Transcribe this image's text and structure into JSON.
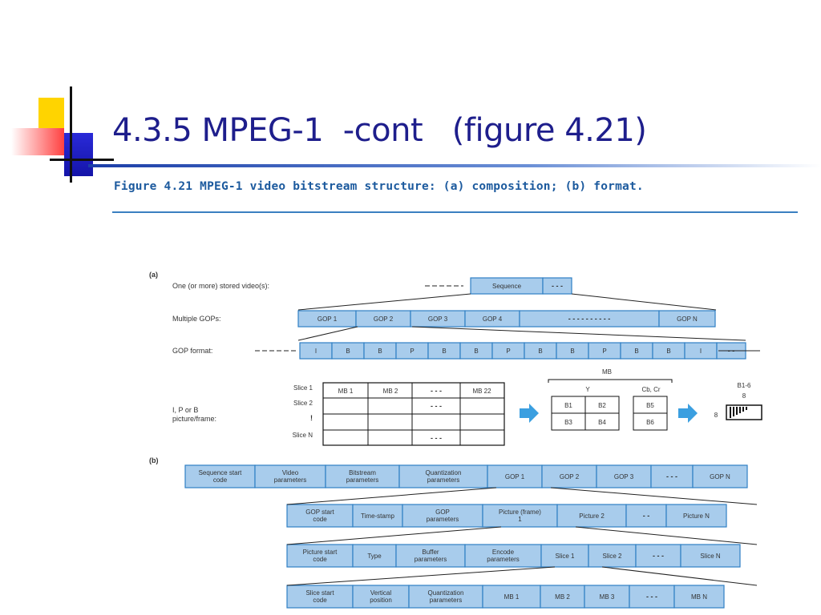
{
  "slide": {
    "title": "4.3.5 MPEG-1  -cont   (figure 4.21)",
    "caption": "Figure 4.21  MPEG-1 video bitstream structure: (a) composition; (b) format."
  },
  "colors": {
    "title": "#1e1e8c",
    "caption": "#1c5a9e",
    "cell_fill": "#a8ccec",
    "cell_stroke": "#2f7fc4",
    "arrow": "#3b9fe0"
  },
  "part_a": {
    "label": "(a)",
    "rows": [
      {
        "label": "One (or more) stored video(s):",
        "cells": [
          "- - -",
          "Sequence",
          "- - -"
        ]
      },
      {
        "label": "Multiple GOPs:",
        "cells": [
          "GOP 1",
          "GOP 2",
          "GOP 3",
          "GOP 4",
          "- - - - - - - - - -",
          "GOP N"
        ]
      },
      {
        "label": "GOP format:",
        "cells": [
          "- - -",
          "I",
          "B",
          "B",
          "P",
          "B",
          "B",
          "P",
          "B",
          "B",
          "P",
          "B",
          "B",
          "I",
          "- -"
        ]
      }
    ],
    "frame_label": "I, P or B picture/frame:",
    "slices": [
      "Slice 1",
      "Slice 2",
      "!",
      "Slice N"
    ],
    "mb_headers": [
      "MB 1",
      "MB 2",
      "- - -",
      "MB 22"
    ],
    "mb_title": "MB",
    "mb_subtitles": [
      "Y",
      "Cb, Cr"
    ],
    "blocks": [
      "B1",
      "B2",
      "B3",
      "B4",
      "B5",
      "B6"
    ],
    "block_labels": [
      "B1-6",
      "8",
      "8"
    ]
  },
  "part_b": {
    "label": "(b)",
    "rows": [
      [
        "Sequence start code",
        "Video parameters",
        "Bitstream parameters",
        "Quantization parameters",
        "GOP 1",
        "GOP 2",
        "GOP 3",
        "- - -",
        "GOP N"
      ],
      [
        "GOP start code",
        "Time-stamp",
        "GOP parameters",
        "Picture (frame) 1",
        "Picture 2",
        "- -",
        "Picture N"
      ],
      [
        "Picture start code",
        "Type",
        "Buffer parameters",
        "Encode parameters",
        "Slice 1",
        "Slice 2",
        "- - -",
        "Slice N"
      ],
      [
        "Slice start code",
        "Vertical position",
        "Quantization parameters",
        "MB 1",
        "MB 2",
        "MB 3",
        "- - -",
        "MB N"
      ]
    ]
  }
}
